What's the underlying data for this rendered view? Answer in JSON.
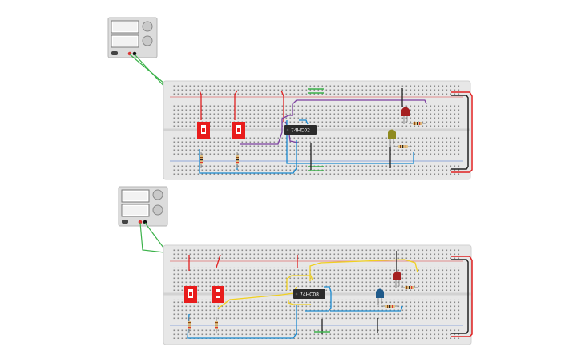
{
  "colors": {
    "background": "#ffffff",
    "breadboard": "#e7e7e7",
    "hole": "#555555",
    "rail_red": "#d33",
    "rail_blue": "#3a6fd0",
    "wire_green": "#3bb24a",
    "wire_red": "#e02020",
    "wire_purple": "#7b3fa0",
    "wire_blue": "#1a8ad0",
    "wire_yellow": "#f0d020",
    "wire_black": "#222222",
    "switch_red": "#e81c1c",
    "chip": "#2b2b2b"
  },
  "circuits": [
    {
      "chip_label": "74HC02",
      "led_colors": [
        "red-led",
        "yellow-led"
      ]
    },
    {
      "chip_label": "74HC08",
      "led_colors": [
        "red-led",
        "blue-led"
      ]
    }
  ]
}
